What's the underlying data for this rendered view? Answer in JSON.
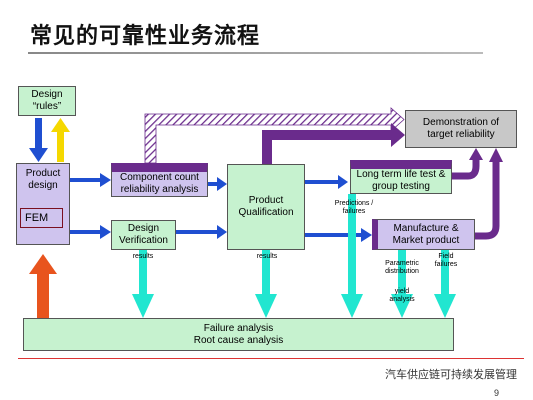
{
  "title": "常见的可靠性业务流程",
  "boxes": {
    "design_rules": "Design “rules”",
    "product_design": "Product design",
    "fem": "FEM",
    "component_count": "Component count reliability analysis",
    "design_verification": "Design Verification",
    "product_qualification": "Product Qualification",
    "long_term_life_test": "Long term life test & group testing",
    "manufacture_market": "Manufacture & Market product",
    "demonstration": "Demonstration of target reliability",
    "failure_analysis": "Failure analysis",
    "root_cause": "Root cause analysis"
  },
  "labels": {
    "results_1": "results",
    "results_2": "results",
    "predictions_failures": "Predictions / failures",
    "parametric_distribution": "Parametric distribution",
    "yield_analysis": "yield analysis",
    "field_failures": "Field failures"
  },
  "watermark": "汽车供应链可持续发展管理",
  "page_number": "9",
  "colors": {
    "gray_box": "#c8c8c8",
    "green_box": "#c6f2cf",
    "lavender_box": "#cfc4ee",
    "arrow_blue": "#1f4fd1",
    "arrow_cyan": "#21e6d0",
    "arrow_purple": "#6a2b8c",
    "arrow_yellow": "#f5d800",
    "arrow_orange": "#e8541e"
  }
}
